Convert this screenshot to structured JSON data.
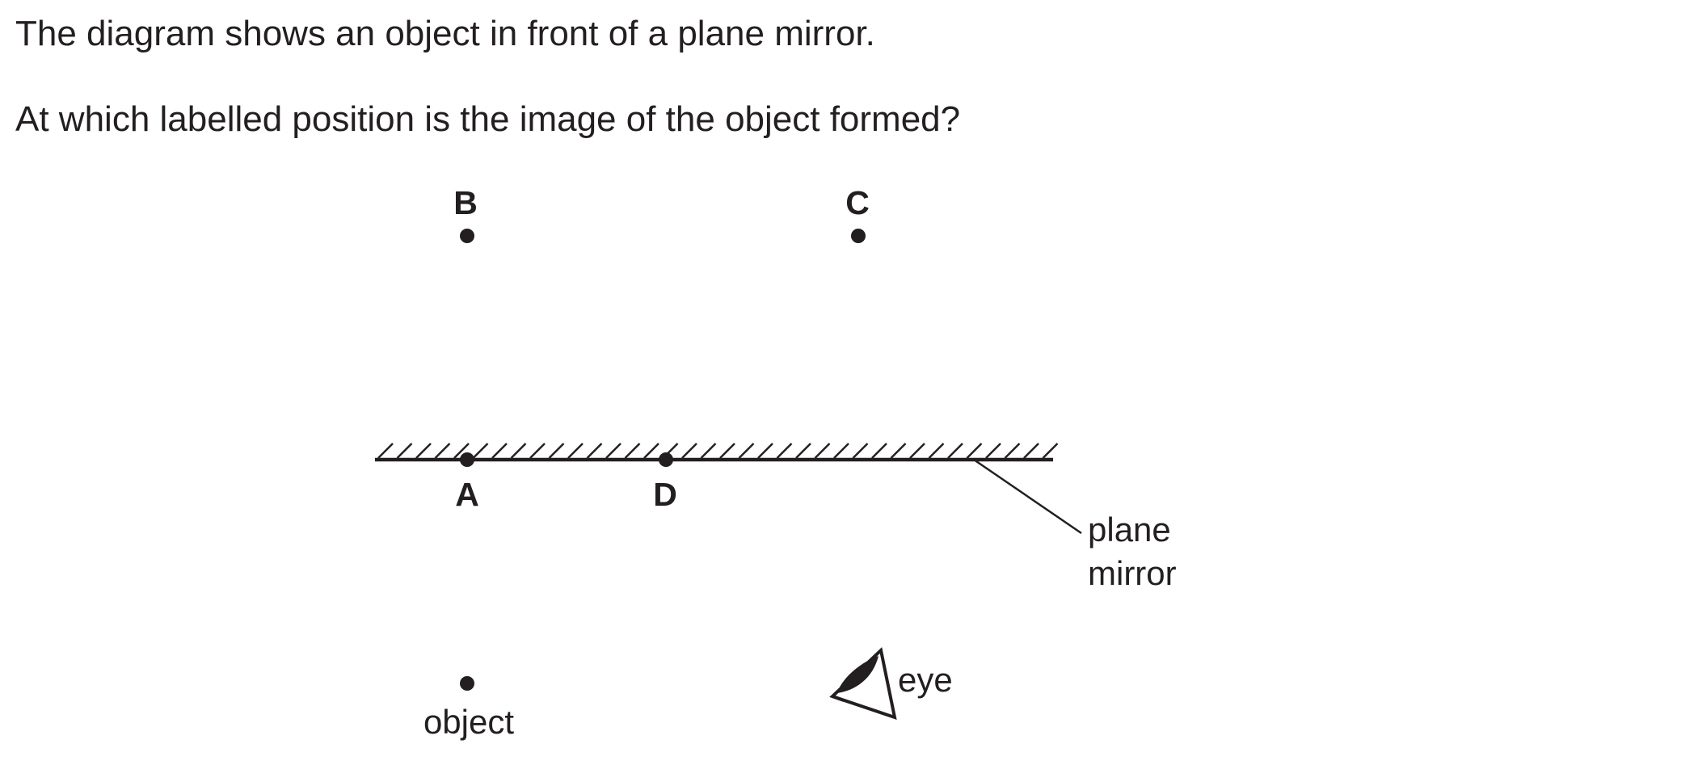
{
  "question": {
    "line1": "The diagram shows an object in front of a plane mirror.",
    "line2": "At which labelled position is the image of the object formed?"
  },
  "diagram": {
    "points": {
      "A": "A",
      "B": "B",
      "C": "C",
      "D": "D"
    },
    "object_label": "object",
    "eye_label": "eye",
    "mirror_label_line1": "plane",
    "mirror_label_line2": "mirror",
    "icons": {
      "eye": "eye-icon",
      "mirror_hatching": "mirror-hatching"
    },
    "colors": {
      "ink": "#231f20"
    }
  }
}
